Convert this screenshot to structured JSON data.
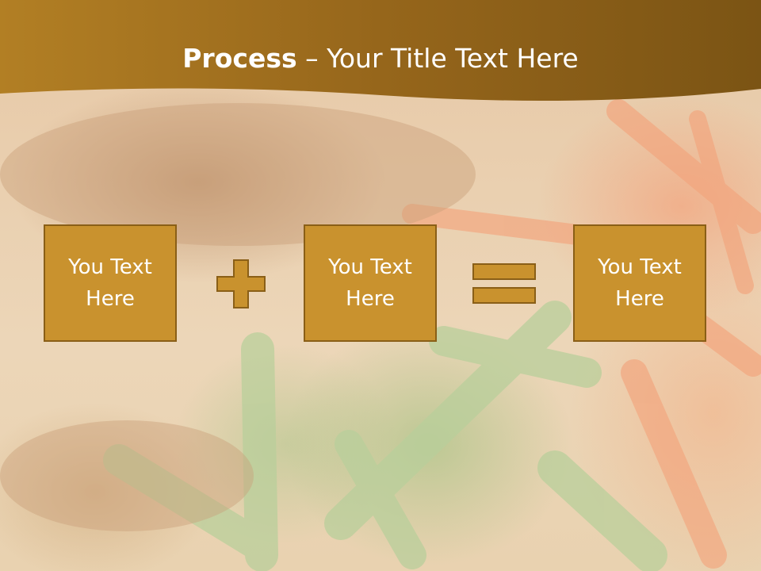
{
  "title": {
    "bold": "Process",
    "rest": " – Your Title Text Here"
  },
  "boxes": [
    {
      "text": "You Text Here"
    },
    {
      "text": "You Text Here"
    },
    {
      "text": "You Text Here"
    }
  ],
  "operators": [
    "plus-icon",
    "equals-icon"
  ],
  "colors": {
    "header": "#a06e1e",
    "box_fill": "#c9922e",
    "box_border": "#8a5f17",
    "title_text": "#ffffff"
  }
}
